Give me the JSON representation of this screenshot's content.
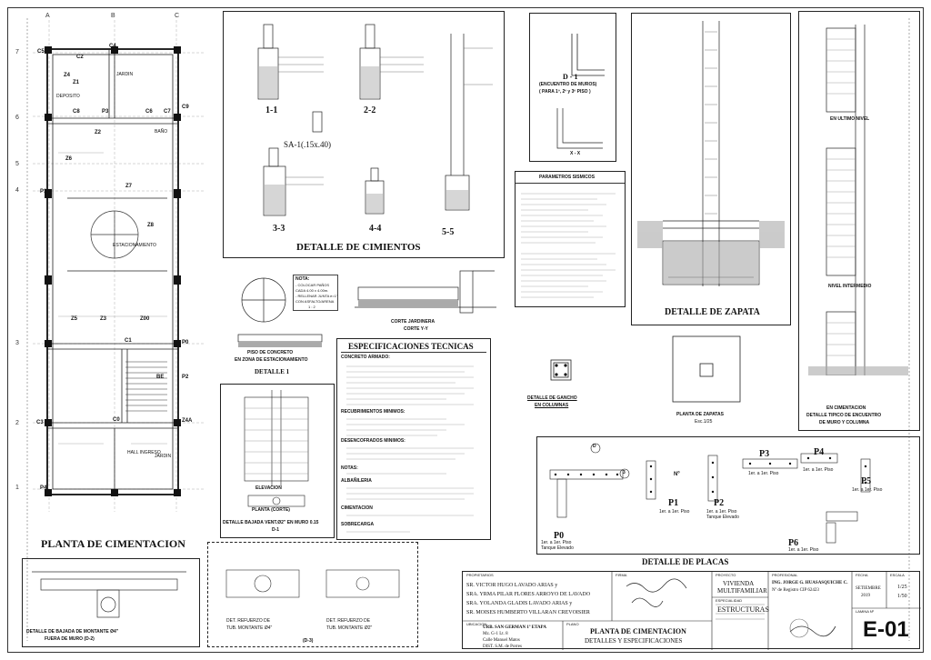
{
  "sheet": {
    "code": "E-01",
    "main_title": "PLANTA DE CIMENTACION",
    "subtitle": "DETALLES Y ESPECIFICACIONES"
  },
  "plan": {
    "title": "PLANTA DE CIMENTACION",
    "grid_cols": [
      "A",
      "B",
      "C"
    ],
    "grid_rows": [
      "7",
      "6",
      "5",
      "4",
      "3",
      "2",
      "1"
    ],
    "rooms": [
      "JARDIN",
      "DEPOSITO",
      "BAÑO",
      "ESTACIONAMIENTO",
      "HALL INGRESO",
      "JARDIN"
    ],
    "labels": [
      "Z1",
      "Z2",
      "Z3",
      "Z4",
      "Z5",
      "Z6",
      "Z7",
      "Z8",
      "Z00",
      "C1",
      "C2",
      "C3",
      "C4",
      "C5",
      "C6",
      "C7",
      "C8",
      "C9",
      "C0",
      "P1",
      "P2",
      "P3",
      "P4",
      "P0",
      "BE",
      "Z4A"
    ]
  },
  "cimientos": {
    "title": "DETALLE DE CIMIENTOS",
    "sections": [
      "1-1",
      "2-2",
      "3-3",
      "4-4",
      "5-5"
    ],
    "sa_label": "SA-1(.15x.40)"
  },
  "detalle1": {
    "title": "DETALLE 1",
    "line1": "PISO DE CONCRETO",
    "line2": "EN ZONA DE ESTACIONAMIENTO",
    "nota_title": "NOTA:",
    "nota": [
      "- COLOCAR PAÑOS",
      "CADA 4.00 x 4.00m.",
      "- RELLENAR JUNTA e=1\"",
      "CON ASFALTO/ARENA",
      "1 : 2"
    ]
  },
  "jardinera": {
    "title": "CORTE JARDINERA",
    "sub": "CORTE Y-Y"
  },
  "specs": {
    "title": "ESPECIFICACIONES TECNICAS",
    "sections": [
      "CONCRETO ARMADO:",
      "RECUBRIMIENTOS MINIMOS:",
      "DESENCOFRADOS MINIMOS:",
      "NOTAS:",
      "ALBAÑILERIA",
      "CIMENTACION",
      "SOBRECARGA"
    ]
  },
  "bajada": {
    "title": "DETALLE BAJADA VENT.Ø2\" EN MURO 0.15",
    "code": "D-1",
    "elevacion": "ELEVACION",
    "planta": "PLANTA (CORTE)"
  },
  "bajada_montante": {
    "line1": "DETALLE DE BAJADA DE MONTANTE Ø4\"",
    "line2": "FUERA DE MURO (D-2)"
  },
  "d3": {
    "label": "(D-3)",
    "left": [
      "DET. REFUERZO DE",
      "TUB. MONTANTE Ø4\""
    ],
    "right": [
      "DET. REFUERZO DE",
      "TUB. MONTANTE Ø2\""
    ]
  },
  "encuentro": {
    "title": "D - 1",
    "line1": "(ENCUENTRO DE MUROS)",
    "line2": "( PARA 1º, 2º y 3º PISO )",
    "section": "X - X"
  },
  "parametros": {
    "title": "PARAMETROS SISMICOS"
  },
  "gancho": {
    "line1": "DETALLE DE GANCHO",
    "line2": "EN COLUMNAS"
  },
  "zapata": {
    "title": "DETALLE DE ZAPATA"
  },
  "planta_zapatas": {
    "title": "PLANTA DE ZAPATAS",
    "scale": "Esc.1/25"
  },
  "encuentro_col": {
    "top": "EN ULTIMO NIVEL",
    "mid": "NIVEL INTERMEDIO",
    "bottom1": "EN CIMENTACION",
    "bottom2": "DETALLE TIPICO DE ENCUENTRO",
    "bottom3": "DE MURO Y COLUMNA"
  },
  "placas": {
    "title": "DETALLE DE PLACAS",
    "circle_d": "D",
    "circle_3": "3",
    "no_label": "Nº",
    "items": [
      {
        "code": "P0",
        "l1": "1er. a 1er. Piso",
        "l2": "Tanque Elevado"
      },
      {
        "code": "P1",
        "l1": "1er. a 1er. Piso",
        "l2": ""
      },
      {
        "code": "P2",
        "l1": "1er. a 1er. Piso",
        "l2": "Tanque Elevado"
      },
      {
        "code": "P3",
        "l1": "1er. a 1er. Piso",
        "l2": ""
      },
      {
        "code": "P4",
        "l1": "1er. a 1er. Piso",
        "l2": ""
      },
      {
        "code": "P5",
        "l1": "1er. a 1er. Piso",
        "l2": ""
      },
      {
        "code": "P6",
        "l1": "1er. a 1er. Piso",
        "l2": ""
      }
    ]
  },
  "title_block": {
    "propietarios_label": "PROPIETARIOS",
    "owners": [
      "SR. VICTOR HUGO LAVADO ARIAS  y",
      "SRA. YRMA PILAR FLORES ARROYO DE LAVADO",
      "SRA. YOLANDA GLADIS LAVADO ARIAS  y",
      "SR. MOISES HUMBERTO VILLARAN CREVOISIER"
    ],
    "firma_label": "FIRMA",
    "ubicacion_label": "UBICACION",
    "ubicacion": [
      "URB. SAN GERMAN 1º ETAPA",
      "Mz. G-1 Lt. 8",
      "Calle  Manuel Matos",
      "DIST.  S.M. de Porres"
    ],
    "plano_label": "PLANO",
    "plano": [
      "PLANTA DE CIMENTACION",
      "DETALLES Y ESPECIFICACIONES"
    ],
    "proyecto_label": "PROYECTO",
    "proyecto": [
      "VIVIENDA",
      "MULTIFAMILIAR"
    ],
    "especialidad_label": "ESPECIALIDAD",
    "especialidad": "ESTRUCTURAS",
    "profesional_label": "PROFESIONAL",
    "profesional": [
      "ING. JORGE G. HUASASQUICHE C.",
      "Nº de Registro CIP 62423"
    ],
    "fecha_label": "FECHA",
    "fecha": [
      "SETIEMBRE",
      "2019"
    ],
    "escala_label": "ESCALA",
    "escala": [
      "1/25",
      "1/50"
    ],
    "lamina_label": "LAMINA Nº"
  }
}
